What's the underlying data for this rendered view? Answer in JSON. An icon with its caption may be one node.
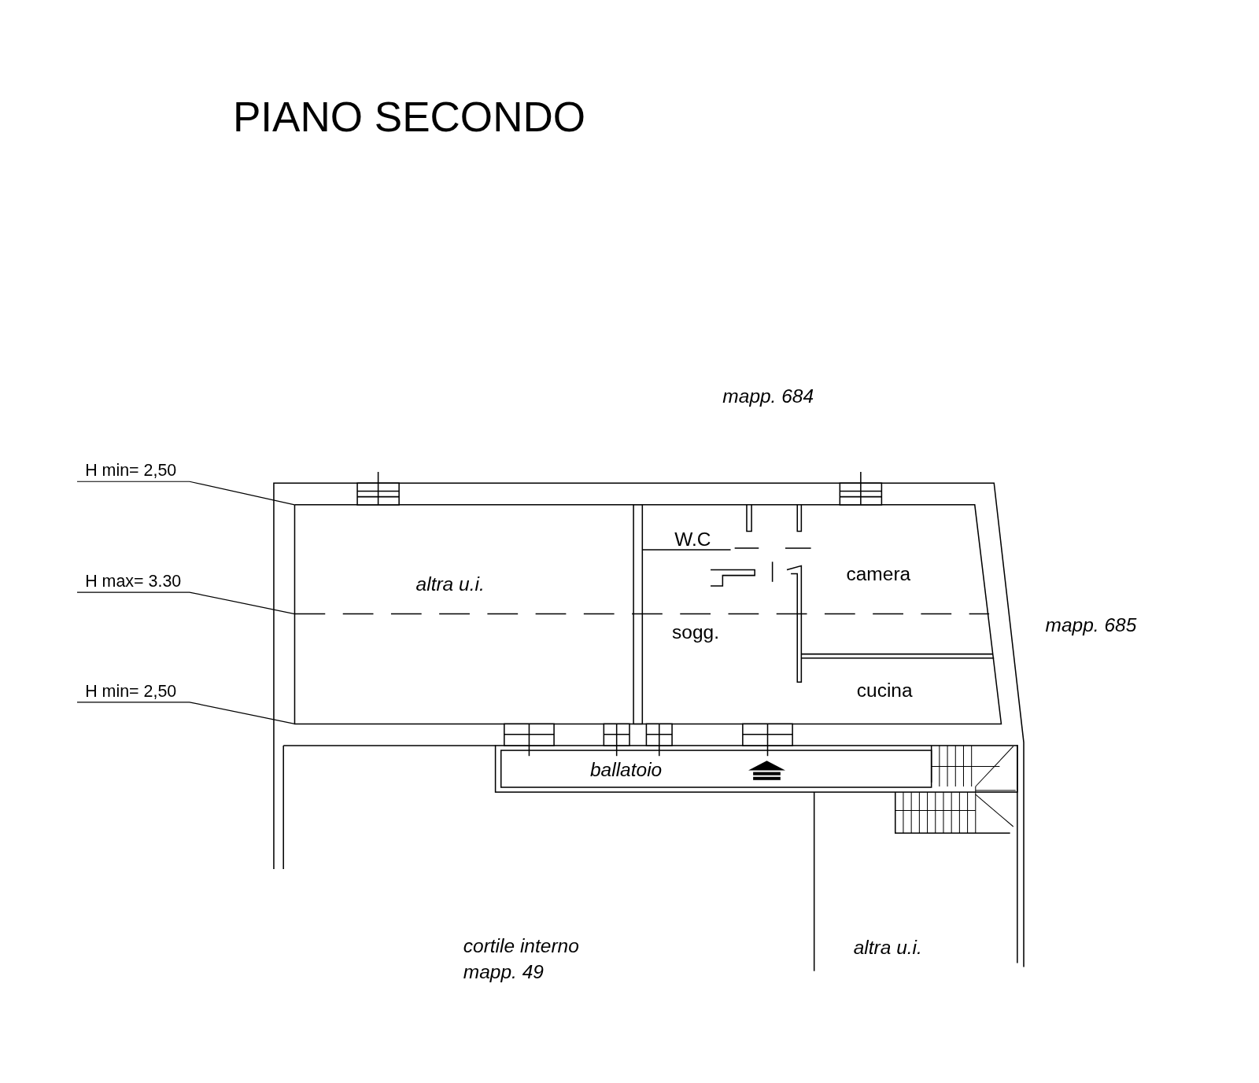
{
  "diagram": {
    "title": "PIANO SECONDO",
    "nodes": [
      {
        "text": [
          "H min= 2,50"
        ]
      },
      {
        "text": [
          "H max= 3.30"
        ]
      },
      {
        "text": [
          "H min= 2,50"
        ]
      }
    ],
    "edges": [
      {
        "from": 0,
        "to": null,
        "arrow": "none"
      },
      {
        "from": 1,
        "to": null,
        "arrow": "none"
      },
      {
        "from": 2,
        "to": null,
        "arrow": "none"
      }
    ],
    "labels": [
      "mapp. 684",
      "W.C",
      "altra u.i.",
      "camera",
      "mapp. 685",
      "sogg.",
      "cucina",
      "ballatoio",
      "cortile interno mapp. 49",
      "altra u.i."
    ]
  }
}
